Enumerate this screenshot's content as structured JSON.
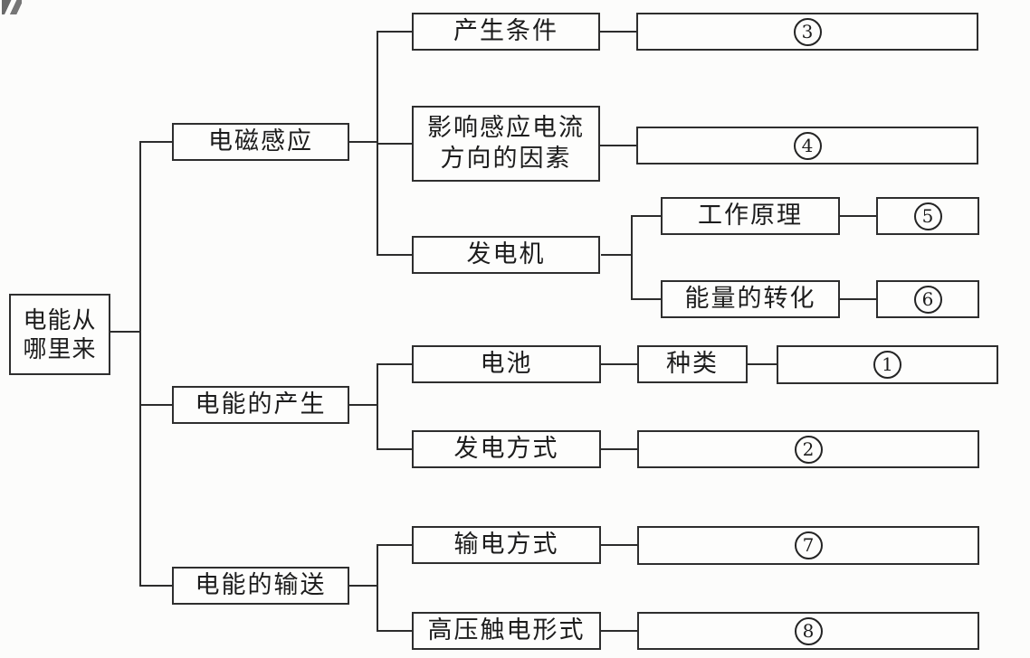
{
  "diagram": {
    "title": "电能从哪里来 concept map",
    "accent_color": "#2e2e2e",
    "background_color": "#fcfcfb"
  },
  "tree": {
    "root": {
      "label": "电能从哪里来",
      "line1": "电能从",
      "line2": "哪里来"
    },
    "branches": [
      {
        "label": "电磁感应",
        "children": [
          {
            "label": "产生条件",
            "result": {
              "label": "③",
              "digit": "3"
            }
          },
          {
            "label": "影响感应电流方向的因素",
            "line1": "影响感应电流",
            "line2": "方向的因素",
            "result": {
              "label": "④",
              "digit": "4"
            }
          },
          {
            "label": "发电机",
            "children": [
              {
                "label": "工作原理",
                "result": {
                  "label": "⑤",
                  "digit": "5"
                }
              },
              {
                "label": "能量的转化",
                "result": {
                  "label": "⑥",
                  "digit": "6"
                }
              }
            ]
          }
        ]
      },
      {
        "label": "电能的产生",
        "children": [
          {
            "label": "电池",
            "sub": "种类",
            "result": {
              "label": "①",
              "digit": "1"
            }
          },
          {
            "label": "发电方式",
            "result": {
              "label": "②",
              "digit": "2"
            }
          }
        ]
      },
      {
        "label": "电能的输送",
        "children": [
          {
            "label": "输电方式",
            "result": {
              "label": "⑦",
              "digit": "7"
            }
          },
          {
            "label": "高压触电形式",
            "result": {
              "label": "⑧",
              "digit": "8"
            }
          }
        ]
      }
    ]
  }
}
